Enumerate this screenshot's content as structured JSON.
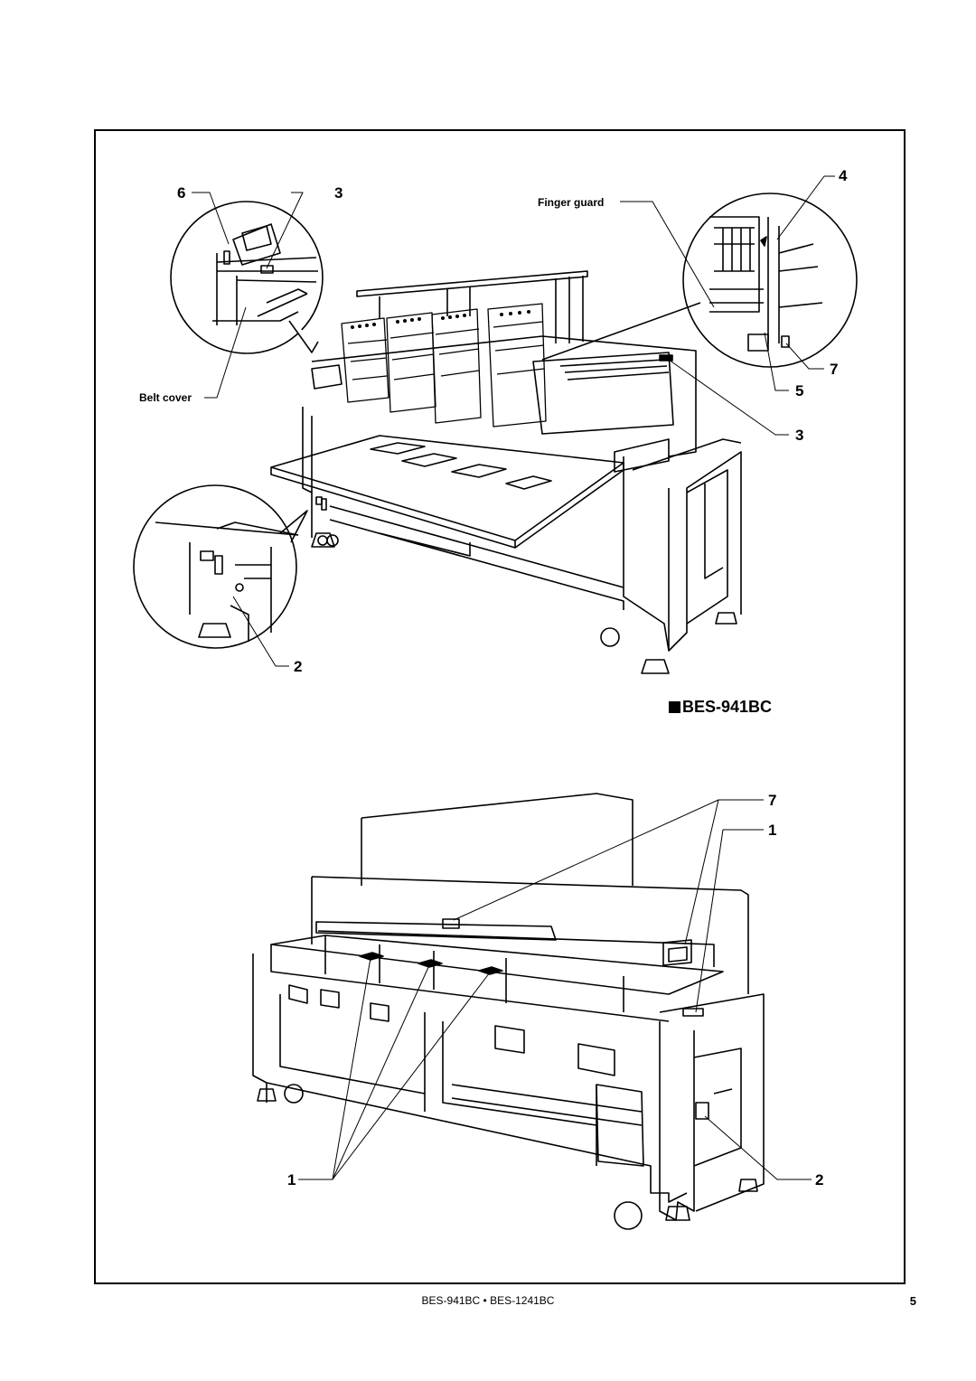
{
  "top_figure": {
    "callouts": {
      "c6": "6",
      "c3a": "3",
      "c4": "4",
      "c7a": "7",
      "c5": "5",
      "c3b": "3",
      "c2a": "2"
    },
    "labels": {
      "finger_guard": "Finger guard",
      "belt_cover": "Belt cover"
    },
    "model_title": "BES-941BC"
  },
  "bottom_figure": {
    "callouts": {
      "c7b": "7",
      "c1a": "1",
      "c1b": "1",
      "c2b": "2"
    }
  },
  "footer": {
    "models": "BES-941BC • BES-1241BC",
    "page_number": "5"
  }
}
